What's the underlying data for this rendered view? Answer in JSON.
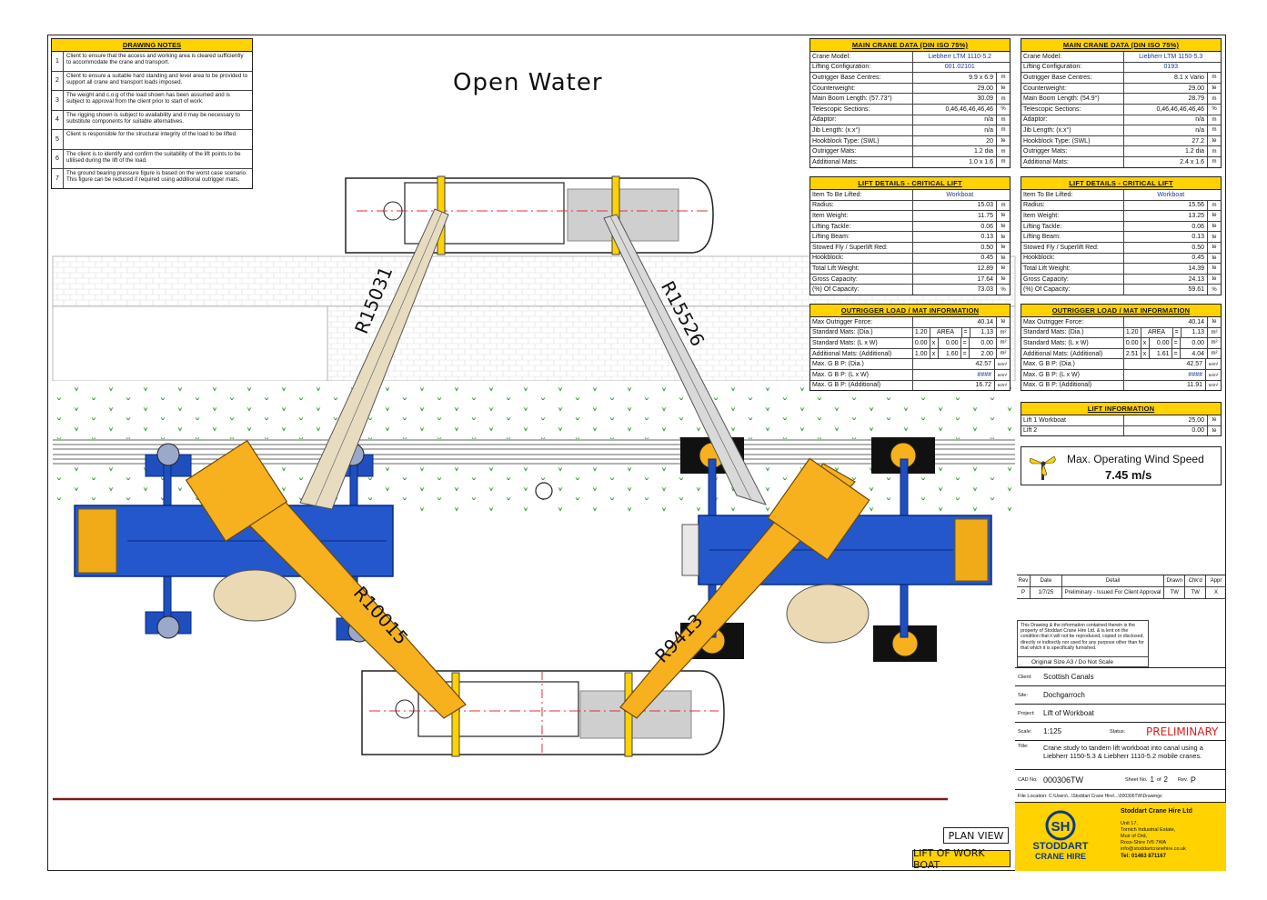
{
  "notes": {
    "header": "DRAWING NOTES",
    "items": [
      {
        "n": "1",
        "text": "Client to ensure that the access and working area is cleared sufficiently to accommodate the crane and transport."
      },
      {
        "n": "2",
        "text": "Client to ensure a suitable hard standing and level area to be provided to support all crane and transport loads imposed."
      },
      {
        "n": "3",
        "text": "The weight and c.o.g of the load shown has been assumed and is subject to approval from the client prior to start of work."
      },
      {
        "n": "4",
        "text": "The rigging shown is subject to availability and it may be necessary to substitute components for suitable alternatives."
      },
      {
        "n": "5",
        "text": "Client is responsible for the structural integrity of the load to be lifted."
      },
      {
        "n": "6",
        "text": "The client is to identify and confirm the suitability of the lift points to be utilised during the lift of the load."
      },
      {
        "n": "7",
        "text": "The ground bearing pressure figure is based on the worst case scenario. This figure can be reduced if required using additional outrigger mats."
      }
    ]
  },
  "drawing": {
    "title": "Open Water",
    "boom_labels": [
      "R15031",
      "R15526",
      "R10015",
      "R9413"
    ],
    "plan_view": "PLAN VIEW",
    "lift_of_work_boat": "LIFT OF WORK BOAT"
  },
  "crane1": {
    "main_header": "MAIN CRANE DATA (DIN ISO 75%)",
    "main": [
      {
        "k": "Crane Model:",
        "v": "Liebherr LTM 1110-5.2",
        "u": ""
      },
      {
        "k": "Lifting Configuration:",
        "v": "001.02101",
        "u": ""
      },
      {
        "k": "Outrigger Base Centres:",
        "v": "9.9 x 6.9",
        "u": "m"
      },
      {
        "k": "Counterweight:",
        "v": "29.00",
        "u": "te"
      },
      {
        "k": "Main Boom Length: (57.73°)",
        "v": "30.09",
        "u": "m"
      },
      {
        "k": "Telescopic Sections:",
        "v": "0,46,46,46,46,46",
        "u": "%"
      },
      {
        "k": "Adaptor:",
        "v": "n/a",
        "u": "m"
      },
      {
        "k": "Jib Length: (x.x°)",
        "v": "n/a",
        "u": "m"
      },
      {
        "k": "Hookblock Type: (SWL)",
        "v": "20",
        "u": "te"
      },
      {
        "k": "Outrigger Mats:",
        "v": "1.2 dia",
        "u": "m"
      },
      {
        "k": "Additional Mats:",
        "v": "1.0 x 1.6",
        "u": "m"
      }
    ],
    "lift_header": "LIFT DETAILS - CRITICAL LIFT",
    "lift": [
      {
        "k": "Item To Be Lifted:",
        "v": "Workboat",
        "u": ""
      },
      {
        "k": "Radius:",
        "v": "15.03",
        "u": "m"
      },
      {
        "k": "Item Weight:",
        "v": "11.75",
        "u": "te"
      },
      {
        "k": "Lifting Tackle:",
        "v": "0.06",
        "u": "te"
      },
      {
        "k": "Lifting Beam:",
        "v": "0.13",
        "u": "te"
      },
      {
        "k": "Stowed Fly / Superlift Red:",
        "v": "0.50",
        "u": "te"
      },
      {
        "k": "Hookblock:",
        "v": "0.45",
        "u": "te"
      },
      {
        "k": "Total Lift Weight:",
        "v": "12.89",
        "u": "te"
      },
      {
        "k": "Gross Capacity:",
        "v": "17.64",
        "u": "te"
      },
      {
        "k": "(%) Of Capacity:",
        "v": "73.03",
        "u": "%"
      }
    ],
    "out_header": "OUTRIGGER LOAD / MAT INFORMATION",
    "out_force": {
      "k": "Max Outrigger Force:",
      "v": "40.14",
      "u": "te"
    },
    "mats": [
      {
        "k": "Standard Mats: (Dia.)",
        "a": "1.20",
        "x": "AREA",
        "eq": "=",
        "r": "1.13",
        "u": "m²"
      },
      {
        "k": "Standard Mats: (L x W)",
        "a": "0.00",
        "x": "x",
        "b": "0.00",
        "eq": "=",
        "r": "0.00",
        "u": "m²"
      },
      {
        "k": "Additional Mats: (Additional)",
        "a": "1.00",
        "x": "x",
        "b": "1.60",
        "eq": "=",
        "r": "2.00",
        "u": "m²"
      }
    ],
    "gbp": [
      {
        "k": "Max. G B P: (Dia.)",
        "v": "42.57",
        "u": "te/m²"
      },
      {
        "k": "Max. G B P: (L x W)",
        "v": "####",
        "u": "te/m²"
      },
      {
        "k": "Max. G B P: (Additional)",
        "v": "16.72",
        "u": "te/m²"
      }
    ]
  },
  "crane2": {
    "main_header": "MAIN CRANE DATA (DIN ISO 75%)",
    "main": [
      {
        "k": "Crane Model:",
        "v": "Liebherr LTM 1150-5.3",
        "u": ""
      },
      {
        "k": "Lifting Configuration:",
        "v": "0193",
        "u": ""
      },
      {
        "k": "Outrigger Base Centres:",
        "v": "8.1 x Vario",
        "u": "m"
      },
      {
        "k": "Counterweight:",
        "v": "29.00",
        "u": "te"
      },
      {
        "k": "Main Boom Length: (54.9°)",
        "v": "28.79",
        "u": "m"
      },
      {
        "k": "Telescopic Sections:",
        "v": "0,46,46,46,46,46",
        "u": "%"
      },
      {
        "k": "Adaptor:",
        "v": "n/a",
        "u": "m"
      },
      {
        "k": "Jib Length: (x.x°)",
        "v": "n/a",
        "u": "m"
      },
      {
        "k": "Hookblock Type: (SWL)",
        "v": "27.2",
        "u": "te"
      },
      {
        "k": "Outrigger Mats:",
        "v": "1.2 dia",
        "u": "m"
      },
      {
        "k": "Additional Mats:",
        "v": "2.4 x 1.6",
        "u": "m"
      }
    ],
    "lift_header": "LIFT DETAILS - CRITICAL LIFT",
    "lift": [
      {
        "k": "Item To Be Lifted:",
        "v": "Workboat",
        "u": ""
      },
      {
        "k": "Radius:",
        "v": "15.56",
        "u": "m"
      },
      {
        "k": "Item Weight:",
        "v": "13.25",
        "u": "te"
      },
      {
        "k": "Lifting Tackle:",
        "v": "0.06",
        "u": "te"
      },
      {
        "k": "Lifting Beam:",
        "v": "0.13",
        "u": "te"
      },
      {
        "k": "Stowed Fly / Superlift Red:",
        "v": "0.50",
        "u": "te"
      },
      {
        "k": "Hookblock:",
        "v": "0.45",
        "u": "te"
      },
      {
        "k": "Total Lift Weight:",
        "v": "14.39",
        "u": "te"
      },
      {
        "k": "Gross Capacity:",
        "v": "24.13",
        "u": "te"
      },
      {
        "k": "(%) Of Capacity:",
        "v": "59.61",
        "u": "%"
      }
    ],
    "out_header": "OUTRIGGER LOAD / MAT INFORMATION",
    "out_force": {
      "k": "Max Outrigger Force:",
      "v": "40.14",
      "u": "te"
    },
    "mats": [
      {
        "k": "Standard Mats: (Dia.)",
        "a": "1.20",
        "x": "AREA",
        "eq": "=",
        "r": "1.13",
        "u": "m²"
      },
      {
        "k": "Standard Mats: (L x W)",
        "a": "0.00",
        "x": "x",
        "b": "0.00",
        "eq": "=",
        "r": "0.00",
        "u": "m²"
      },
      {
        "k": "Additional Mats: (Additional)",
        "a": "2.51",
        "x": "x",
        "b": "1.61",
        "eq": "=",
        "r": "4.04",
        "u": "m²"
      }
    ],
    "gbp": [
      {
        "k": "Max. G B P: (Dia.)",
        "v": "42.57",
        "u": "te/m²"
      },
      {
        "k": "Max. G B P: (L x W)",
        "v": "####",
        "u": "te/m²"
      },
      {
        "k": "Max. G B P: (Additional)",
        "v": "11.91",
        "u": "te/m²"
      }
    ]
  },
  "lift_info": {
    "header": "LIFT INFORMATION",
    "rows": [
      {
        "k": "Lift 1 Workboat",
        "v": "25.00",
        "u": "te"
      },
      {
        "k": "Lift 2",
        "v": "0.00",
        "u": "te"
      }
    ]
  },
  "wind": {
    "label": "Max. Operating Wind Speed",
    "speed": "7.45 m/s"
  },
  "revision": {
    "headers": [
      "Rev",
      "Date",
      "Detail",
      "Drawn",
      "Chk'd",
      "Appr"
    ],
    "row": [
      "P",
      "1/7/25",
      "Preliminary - Issued For Client Approval",
      "TW",
      "TW",
      "X"
    ]
  },
  "disclaimer": "This Drawing & the information contained therein is the property of Stoddart Crane Hire Ltd. & is lent on the condition that it will not be reproduced, copied or disclosed, directly or indirectly nor used for any purpose other than for that which it is specifically furnished.",
  "original_size": "Original Size A3 / Do Not Scale",
  "title_block": {
    "client_label": "Client:",
    "client": "Scottish Canals",
    "site_label": "Site:",
    "site": "Dochgarroch",
    "project_label": "Project:",
    "project": "Lift of Workboat",
    "scale_label": "Scale:",
    "scale": "1:125",
    "status_label": "Status:",
    "status": "PRELIMINARY",
    "title_label": "Title:",
    "title": "Crane study to tandem lift workboat into canal using a Liebherr 1150-5.3 & Liebherr 1110-5.2 mobile cranes.",
    "cad_label": "CAD No.",
    "cad": "000306TW",
    "sheet_label": "Sheet No.",
    "sheet_no": "1",
    "of_label": "of",
    "sheet_total": "2",
    "rev_label": "Rev.",
    "rev": "P",
    "file_label": "File Location:",
    "file": "C:\\Users\\...\\Stoddart Crane Hire\\...\\000306TW\\Drawings"
  },
  "company": {
    "name": "Stoddart Crane Hire Ltd",
    "address": [
      "Unit 17,",
      "Tornich Industrial Estate,",
      "Muir of Ord,",
      "Ross-Shire IV6 7WA"
    ],
    "email": "info@stoddartcranehire.co.uk",
    "phone": "Tel: 01463 871167",
    "logo_line1": "STODDART",
    "logo_line2": "CRANE HIRE",
    "logo_initials": "SH"
  },
  "colors": {
    "accent_yellow": "#ffd200",
    "crane_orange": "#f7b01e",
    "carrier_blue": "#1f4fbf",
    "status_red": "#e01b1b"
  }
}
